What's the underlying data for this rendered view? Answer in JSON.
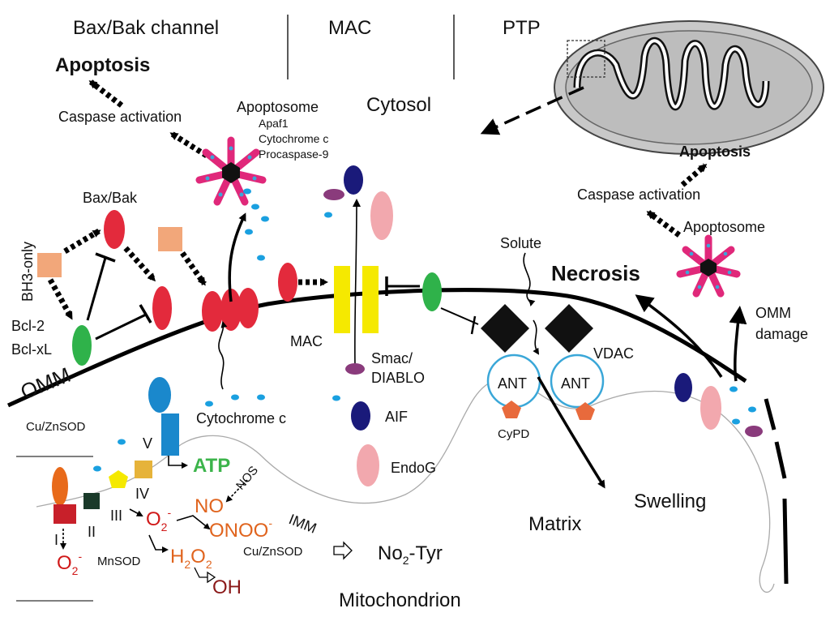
{
  "header": {
    "col1": "Bax/Bak channel",
    "col2": "MAC",
    "col3": "PTP"
  },
  "labels": {
    "apoptosis_left": "Apoptosis",
    "caspase_left": "Caspase activation",
    "apoptosome_title": "Apoptosome",
    "apoptosome_parts": [
      "Apaf1",
      "Cytochrome c",
      "Procaspase-9"
    ],
    "cytosol": "Cytosol",
    "apoptosis_right": "Apoptosis",
    "caspase_right": "Caspase activation",
    "apoptosome_right": "Apoptosome",
    "bax_bak": "Bax/Bak",
    "bh3_only": "BH3-only",
    "bcl2": "Bcl-2",
    "bclxl": "Bcl-xL",
    "omm": "OMM",
    "mac": "MAC",
    "solute": "Solute",
    "necrosis": "Necrosis",
    "omm_damage_1": "OMM",
    "omm_damage_2": "damage",
    "vdac": "VDAC",
    "ant1": "ANT",
    "ant2": "ANT",
    "cypd": "CyPD",
    "smac": "Smac/",
    "diablo": "DIABLO",
    "aif": "AIF",
    "endog": "EndoG",
    "cytochrome_c": "Cytochrome c",
    "cu_zn_sod_top": "Cu/ZnSOD",
    "complex_v": "V",
    "atp": "ATP",
    "complex_iv": "IV",
    "complex_iii": "III",
    "complex_ii": "II",
    "complex_i": "I",
    "nos": "NOS",
    "no": "NO",
    "onoo": "ONOO",
    "onoo_sup": "-",
    "o2_mid": "O",
    "o2_mid_sub": "2",
    "o2_mid_sup": "-",
    "o2_low": "O",
    "o2_low_sub": "2",
    "o2_low_sup": "-",
    "mnsod": "MnSOD",
    "h2o2_h1": "H",
    "h2o2_sub1": "2",
    "h2o2_o": "O",
    "h2o2_sub2": "2",
    "oh": "OH",
    "imm": "IMM",
    "cu_zn_sod_bottom": "Cu/ZnSOD",
    "no2tyr_no": "No",
    "no2tyr_sub": "2",
    "no2tyr_rest": "-Tyr",
    "matrix": "Matrix",
    "swelling": "Swelling",
    "mitochondrion": "Mitochondrion"
  },
  "colors": {
    "bax": "#e32a3c",
    "bcl": "#2fb24a",
    "bh3": "#f2a77a",
    "mac_channel": "#f5e900",
    "smac": "#8a3b7c",
    "aif": "#1a1a7a",
    "endog": "#f2a8ae",
    "cyt_c": "#1aa0e0",
    "atp": "#3cb44b",
    "ros_orange": "#e0641e",
    "ros_red": "#d01818",
    "ros_dark": "#8b1a1a",
    "apoptosome": "#e0287a",
    "vdac": "#111111",
    "ant": "#3aa7d8",
    "cypd": "#e86a3c"
  }
}
